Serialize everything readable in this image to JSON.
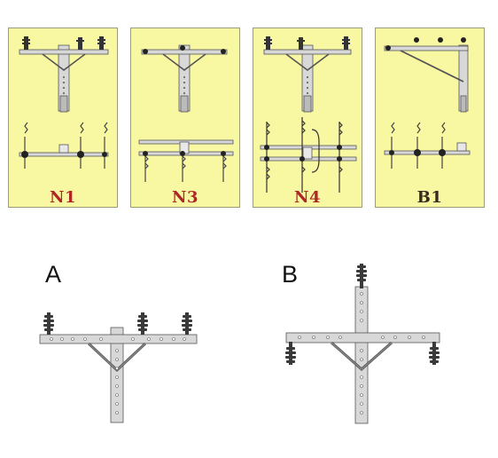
{
  "panels": [
    {
      "id": "n1",
      "label": "N1",
      "label_color": "#b02525"
    },
    {
      "id": "n3",
      "label": "N3",
      "label_color": "#b02525"
    },
    {
      "id": "n4",
      "label": "N4",
      "label_color": "#b02525"
    },
    {
      "id": "b1",
      "label": "B1",
      "label_color": "#3a2a20"
    }
  ],
  "figures": {
    "a_label": "A",
    "b_label": "B"
  },
  "colors": {
    "panel_bg": "#f8f8a3",
    "steel": "#d8d8d8",
    "outline": "#555555",
    "insulator": "#3a3a3a"
  }
}
